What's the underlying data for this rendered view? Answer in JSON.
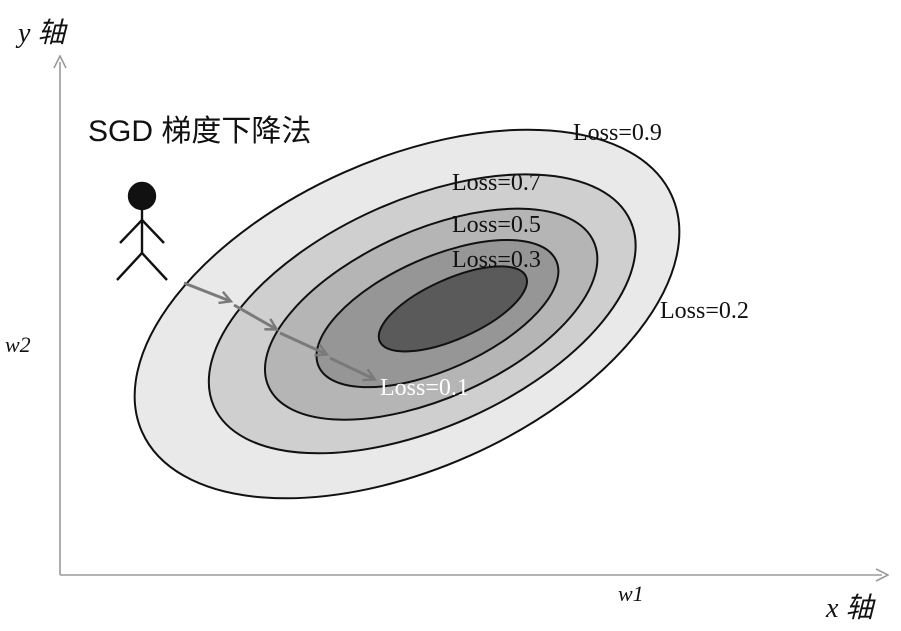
{
  "title": "SGD 梯度下降法",
  "axes": {
    "x_label": "x 轴",
    "y_label": "y 轴",
    "x_var": "w1",
    "y_var": "w2"
  },
  "contours": [
    {
      "label": "Loss=0.9",
      "color": "#e9e9e9"
    },
    {
      "label": "Loss=0.7",
      "color": "#cfcfcf"
    },
    {
      "label": "Loss=0.5",
      "color": "#b5b5b5"
    },
    {
      "label": "Loss=0.3",
      "color": "#969696"
    },
    {
      "label": "Loss=0.1",
      "color": "#5a5a5a"
    }
  ],
  "annotations": {
    "outer_right": "Loss=0.2"
  },
  "colors": {
    "ink": "#111111",
    "axis": "#9a9a9a",
    "arrow": "#7a7a7a"
  },
  "icons": [
    "stick-figure-icon",
    "arrow-icon"
  ]
}
